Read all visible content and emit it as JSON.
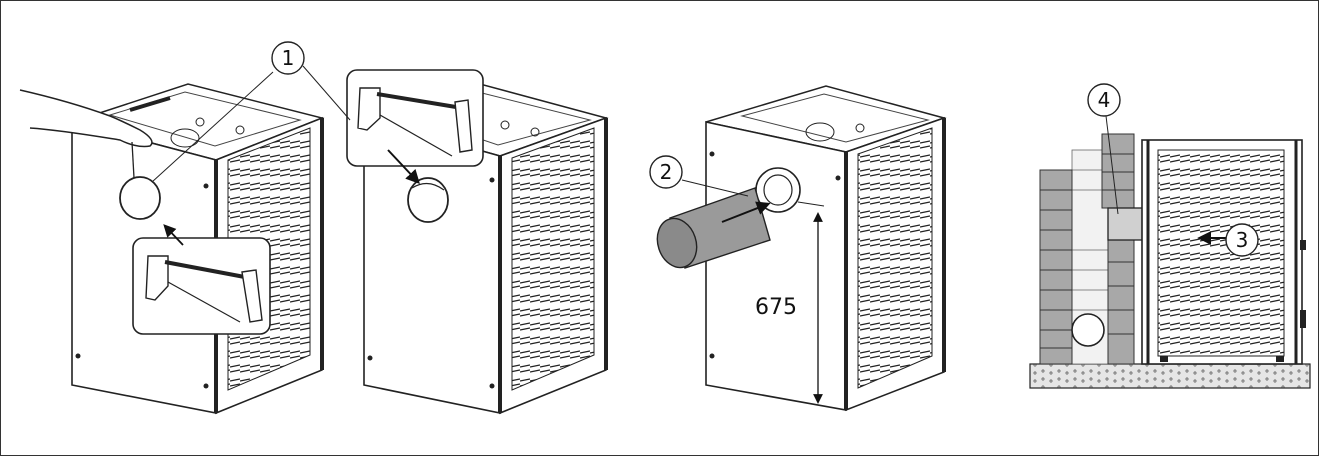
{
  "callouts": {
    "c1": "1",
    "c2": "2",
    "c3": "3",
    "c4": "4"
  },
  "dimension": {
    "height_label": "675"
  },
  "colors": {
    "line": "#1a1a1a",
    "pipe": "#9a9a9a",
    "masonry": "#a8a8a8",
    "insert": "#d0d0d0"
  }
}
